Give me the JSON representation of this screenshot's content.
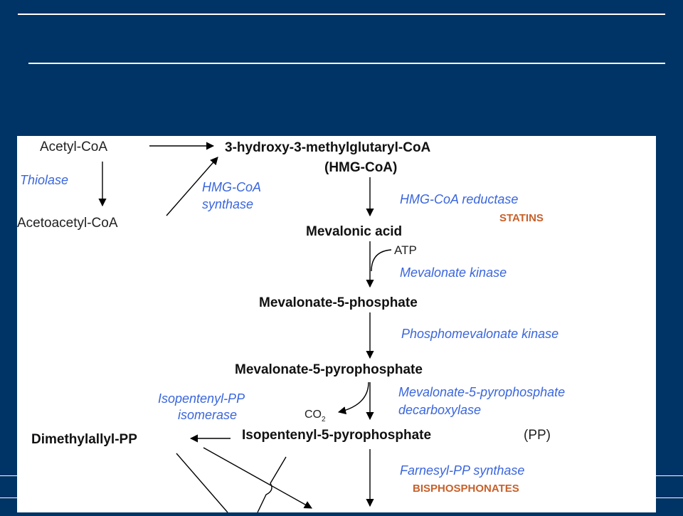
{
  "colors": {
    "background": "#003366",
    "enzyme": "#3a66dd",
    "drug": "#c8602a",
    "metabolite": "#111111"
  },
  "diagram": {
    "acetyl_coa": "Acetyl-CoA",
    "hmg_coa": "3-hydroxy-3-methylglutaryl-CoA",
    "hmg_coa_abbr": "(HMG-CoA)",
    "thiolase": "Thiolase",
    "acetoacetyl_coa": "Acetoacetyl-CoA",
    "hmg_coa_synthase_1": "HMG-CoA",
    "hmg_coa_synthase_2": "synthase",
    "hmg_coa_reductase": "HMG-CoA reductase",
    "statins": "STATINS",
    "mevalonic_acid": "Mevalonic acid",
    "atp": "ATP",
    "mevalonate_kinase": "Mevalonate kinase",
    "mevalonate_5_phosphate": "Mevalonate-5-phosphate",
    "phosphomevalonate_kinase": "Phosphomevalonate kinase",
    "mevalonate_5_pyrophosphate": "Mevalonate-5-pyrophosphate",
    "decarboxylase_1": "Mevalonate-5-pyrophosphate",
    "decarboxylase_2": "decarboxylase",
    "isomerase_1": "Isopentenyl-PP",
    "isomerase_2": "isomerase",
    "co2": "CO",
    "co2_sub": "2",
    "dimethylallyl_pp": "Dimethylallyl-PP",
    "isopentenyl_pp": "Isopentenyl-5-pyrophosphate",
    "pp": "(PP)",
    "farnesyl_pp_synthase": "Farnesyl-PP synthase",
    "bisphosphonates": "BISPHOSPHONATES"
  }
}
